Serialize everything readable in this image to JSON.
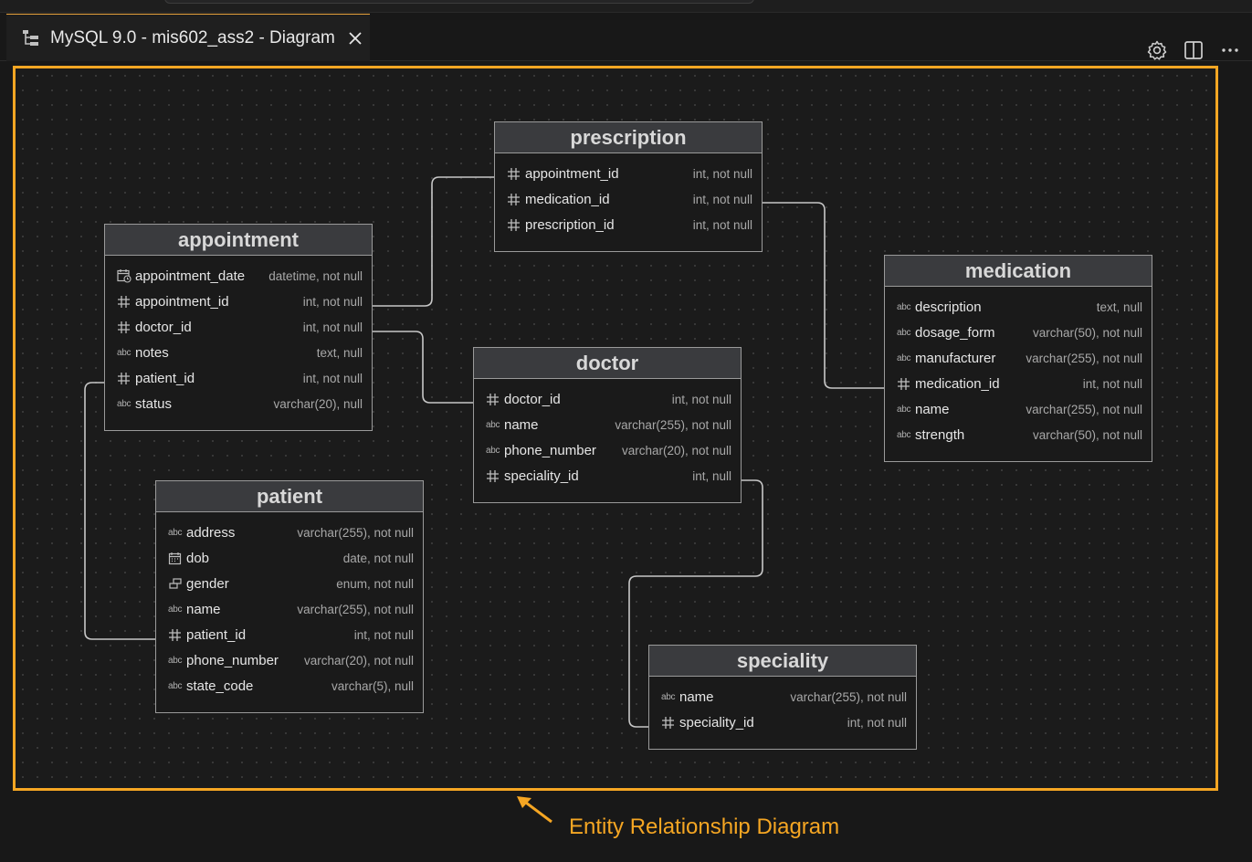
{
  "tab": {
    "title": "MySQL 9.0 - mis602_ass2 - Diagram",
    "icon": "diagram-icon",
    "close_icon": "close-icon"
  },
  "actions": [
    "gear-icon",
    "split-editor-icon",
    "more-icon"
  ],
  "annotation": {
    "caption": "Entity Relationship Diagram",
    "color": "#f5a623"
  },
  "entities": {
    "prescription": {
      "name": "prescription",
      "fields": [
        {
          "icon": "hash",
          "name": "appointment_id",
          "type": "int, not null"
        },
        {
          "icon": "hash",
          "name": "medication_id",
          "type": "int, not null"
        },
        {
          "icon": "hash",
          "name": "prescription_id",
          "type": "int, not null"
        }
      ]
    },
    "appointment": {
      "name": "appointment",
      "fields": [
        {
          "icon": "datetime",
          "name": "appointment_date",
          "type": "datetime, not null"
        },
        {
          "icon": "hash",
          "name": "appointment_id",
          "type": "int, not null"
        },
        {
          "icon": "hash",
          "name": "doctor_id",
          "type": "int, not null"
        },
        {
          "icon": "abc",
          "name": "notes",
          "type": "text, null"
        },
        {
          "icon": "hash",
          "name": "patient_id",
          "type": "int, not null"
        },
        {
          "icon": "abc",
          "name": "status",
          "type": "varchar(20), null"
        }
      ]
    },
    "medication": {
      "name": "medication",
      "fields": [
        {
          "icon": "abc",
          "name": "description",
          "type": "text, null"
        },
        {
          "icon": "abc",
          "name": "dosage_form",
          "type": "varchar(50), not null"
        },
        {
          "icon": "abc",
          "name": "manufacturer",
          "type": "varchar(255), not null"
        },
        {
          "icon": "hash",
          "name": "medication_id",
          "type": "int, not null"
        },
        {
          "icon": "abc",
          "name": "name",
          "type": "varchar(255), not null"
        },
        {
          "icon": "abc",
          "name": "strength",
          "type": "varchar(50), not null"
        }
      ]
    },
    "doctor": {
      "name": "doctor",
      "fields": [
        {
          "icon": "hash",
          "name": "doctor_id",
          "type": "int, not null"
        },
        {
          "icon": "abc",
          "name": "name",
          "type": "varchar(255), not null"
        },
        {
          "icon": "abc",
          "name": "phone_number",
          "type": "varchar(20), not null"
        },
        {
          "icon": "hash",
          "name": "speciality_id",
          "type": "int, null"
        }
      ]
    },
    "patient": {
      "name": "patient",
      "fields": [
        {
          "icon": "abc",
          "name": "address",
          "type": "varchar(255), not null"
        },
        {
          "icon": "date",
          "name": "dob",
          "type": "date, not null"
        },
        {
          "icon": "enum",
          "name": "gender",
          "type": "enum, not null"
        },
        {
          "icon": "abc",
          "name": "name",
          "type": "varchar(255), not null"
        },
        {
          "icon": "hash",
          "name": "patient_id",
          "type": "int, not null"
        },
        {
          "icon": "abc",
          "name": "phone_number",
          "type": "varchar(20), not null"
        },
        {
          "icon": "abc",
          "name": "state_code",
          "type": "varchar(5), null"
        }
      ]
    },
    "speciality": {
      "name": "speciality",
      "fields": [
        {
          "icon": "abc",
          "name": "name",
          "type": "varchar(255), not null"
        },
        {
          "icon": "hash",
          "name": "speciality_id",
          "type": "int, not null"
        }
      ]
    }
  }
}
